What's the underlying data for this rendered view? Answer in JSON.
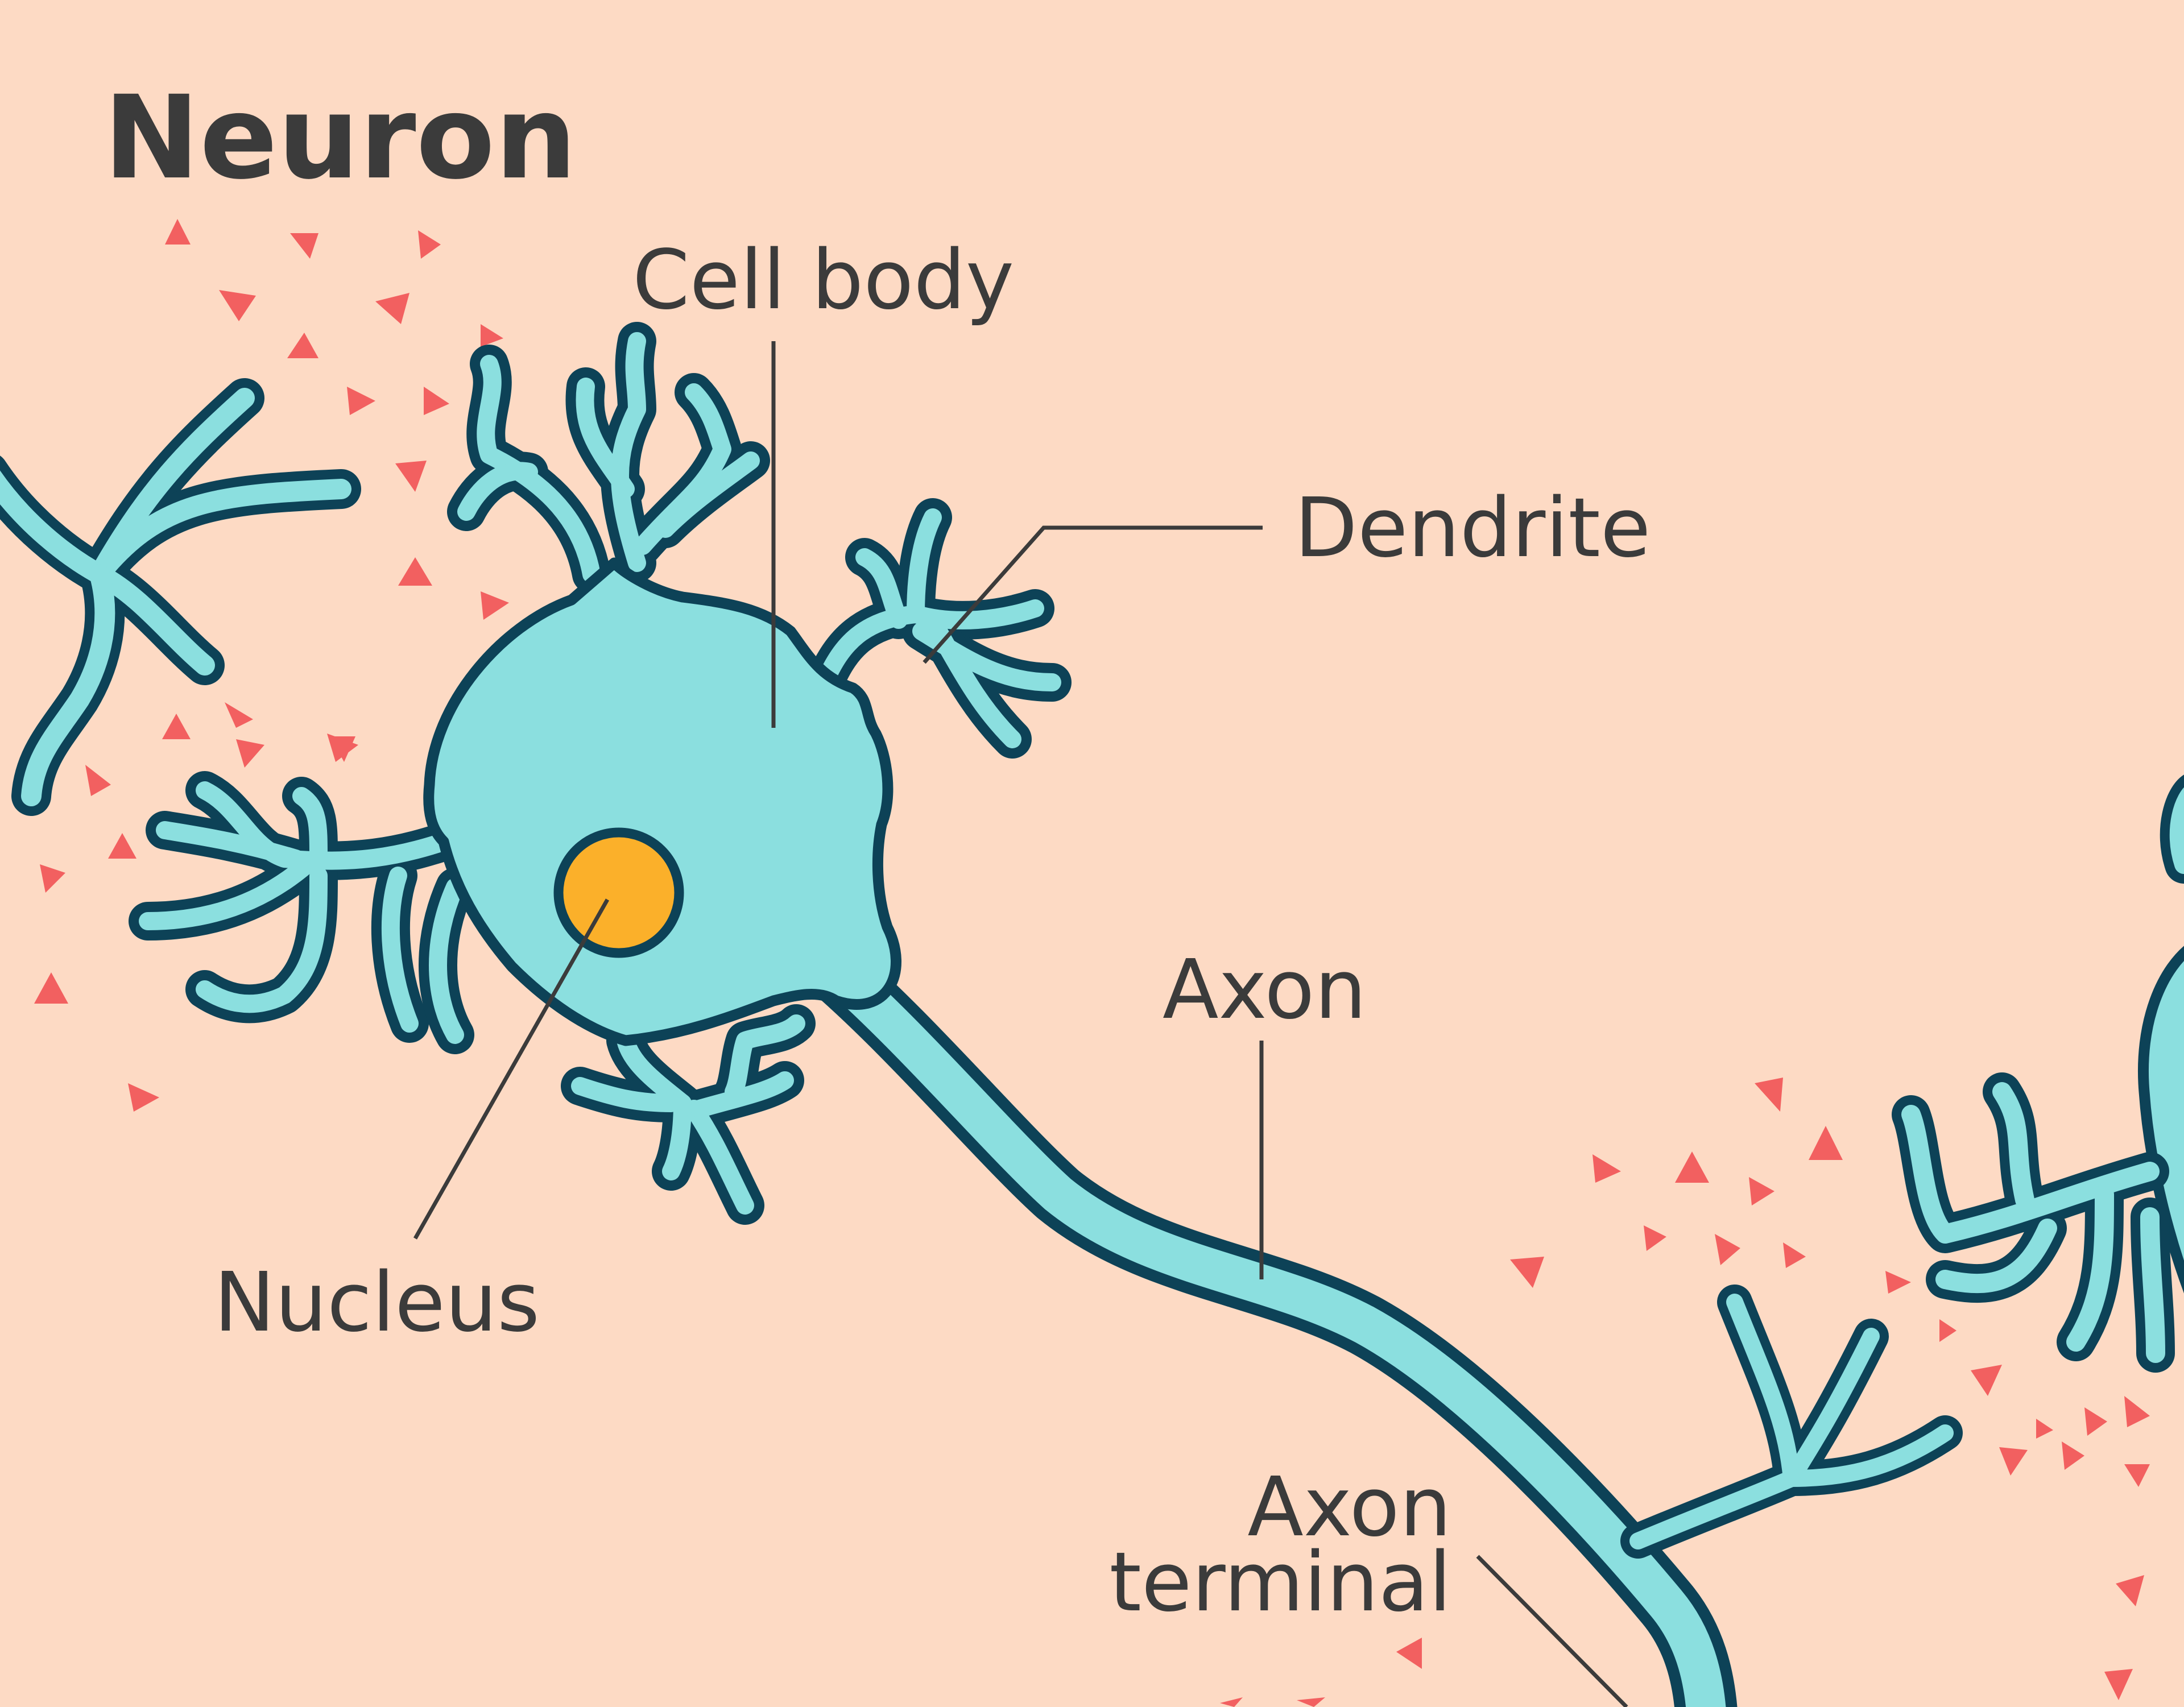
{
  "title": "Neuron",
  "labels": {
    "cell_body": "Cell body",
    "dendrite": "Dendrite",
    "nucleus": "Nucleus",
    "axon": "Axon",
    "axon_terminal_line1": "Axon",
    "axon_terminal_line2": "terminal"
  },
  "colors": {
    "background": "#fddac4",
    "cell": "#8bdfdf",
    "outline": "#0d4257",
    "nucleus": "#fbb02a",
    "neurotransmitter": "#f26060",
    "text": "#3b3b3b"
  }
}
